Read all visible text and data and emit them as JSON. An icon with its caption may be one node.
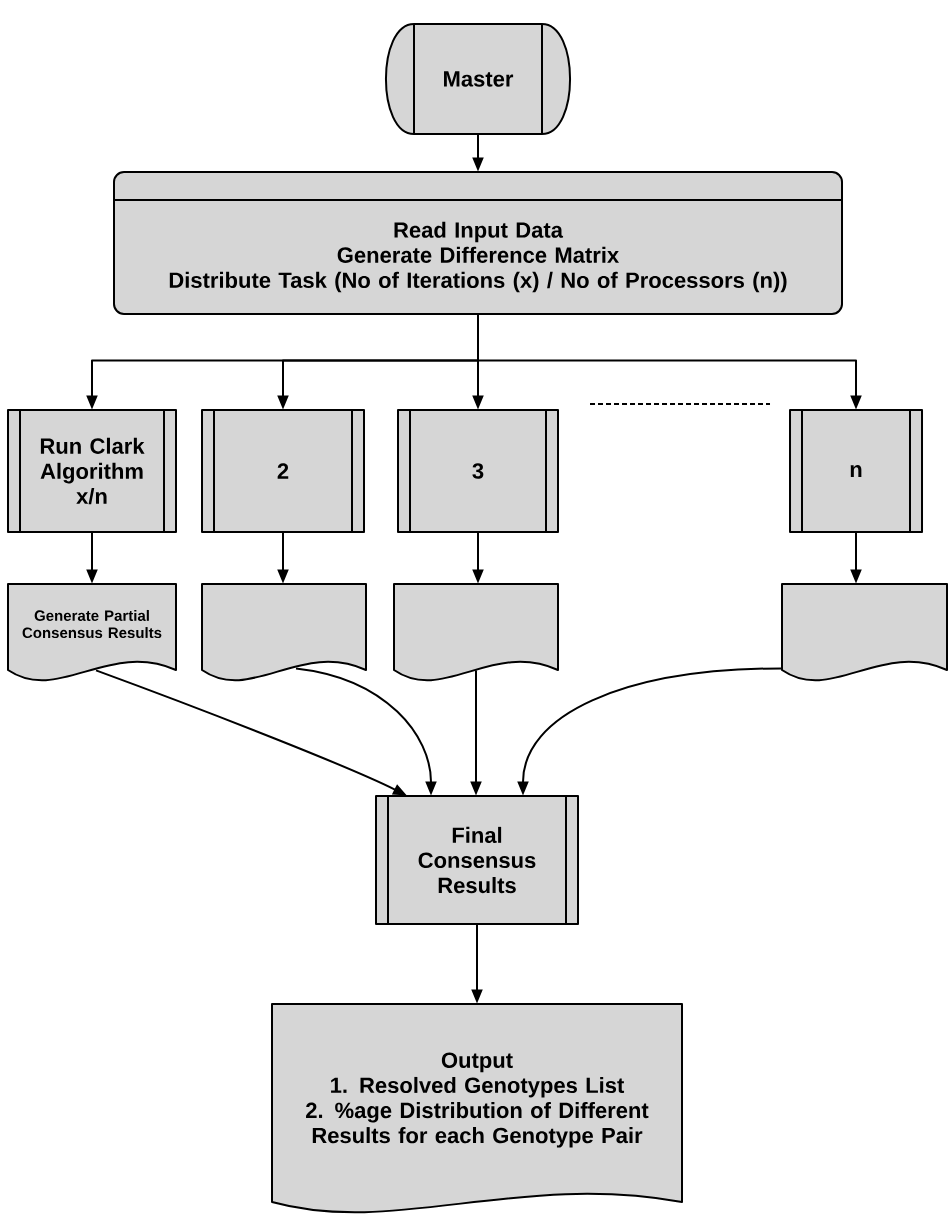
{
  "diagram": {
    "nodes": [
      {
        "text": [
          "Master"
        ]
      },
      {
        "text": [
          "Read Input Data",
          "Generate Difference Matrix",
          "Distribute Task (No of Iterations (x) / No of Processors (n))"
        ]
      },
      {
        "text": [
          "Run Clark Algorithm x/n"
        ]
      },
      {
        "text": [
          "2"
        ]
      },
      {
        "text": [
          "3"
        ]
      },
      {
        "text": [
          "n"
        ]
      },
      {
        "text": [
          "Generate Partial Consensus Results"
        ]
      },
      {
        "text": [],
        "shape": "document"
      },
      {
        "text": [],
        "shape": "document"
      },
      {
        "text": [],
        "shape": "document"
      },
      {
        "text": [
          "Final Consensus Results"
        ]
      },
      {
        "text": [
          "Output",
          "1. Resolved Genotypes List",
          "2. %age Distribution of Different Results for each Genotype Pair"
        ]
      }
    ],
    "edges": [
      {
        "from": 0,
        "to": 1,
        "arrow": "to"
      },
      {
        "from": 1,
        "to": 2,
        "arrow": "to"
      },
      {
        "from": 1,
        "to": 3,
        "arrow": "to"
      },
      {
        "from": 1,
        "to": 4,
        "arrow": "to"
      },
      {
        "from": 1,
        "to": 5,
        "arrow": "to"
      },
      {
        "from": 2,
        "to": 6,
        "arrow": "to"
      },
      {
        "from": 3,
        "to": 7,
        "arrow": "to"
      },
      {
        "from": 4,
        "to": 8,
        "arrow": "to"
      },
      {
        "from": 5,
        "to": 9,
        "arrow": "to"
      },
      {
        "from": 6,
        "to": 10,
        "arrow": "to"
      },
      {
        "from": 7,
        "to": 10,
        "arrow": "to"
      },
      {
        "from": 8,
        "to": 10,
        "arrow": "to"
      },
      {
        "from": 9,
        "to": 10,
        "arrow": "to"
      },
      {
        "from": 10,
        "to": 11,
        "arrow": "to"
      }
    ]
  }
}
